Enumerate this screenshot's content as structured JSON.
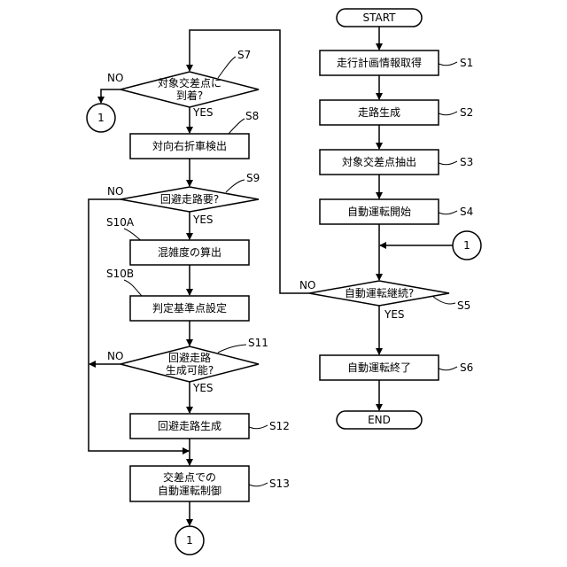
{
  "left": {
    "s7": {
      "step": "S7",
      "line1": "対象交差点に",
      "line2": "到着?",
      "no": "NO",
      "yes": "YES"
    },
    "conn_a": "1",
    "s8": {
      "step": "S8",
      "text": "対向右折車検出"
    },
    "s9": {
      "step": "S9",
      "text": "回避走路要?",
      "no": "NO",
      "yes": "YES"
    },
    "s10a": {
      "step": "S10A",
      "text": "混雑度の算出"
    },
    "s10b": {
      "step": "S10B",
      "text": "判定基準点設定"
    },
    "s11": {
      "step": "S11",
      "line1": "回避走路",
      "line2": "生成可能?",
      "no": "NO",
      "yes": "YES"
    },
    "s12": {
      "step": "S12",
      "text": "回避走路生成"
    },
    "s13": {
      "step": "S13",
      "line1": "交差点での",
      "line2": "自動運転制御"
    },
    "conn_b": "1"
  },
  "right": {
    "start": "START",
    "s1": {
      "step": "S1",
      "text": "走行計画情報取得"
    },
    "s2": {
      "step": "S2",
      "text": "走路生成"
    },
    "s3": {
      "step": "S3",
      "text": "対象交差点抽出"
    },
    "s4": {
      "step": "S4",
      "text": "自動運転開始"
    },
    "conn": "1",
    "s5": {
      "step": "S5",
      "text": "自動運転継続?",
      "no": "NO",
      "yes": "YES"
    },
    "s6": {
      "step": "S6",
      "text": "自動運転終了"
    },
    "end": "END"
  }
}
